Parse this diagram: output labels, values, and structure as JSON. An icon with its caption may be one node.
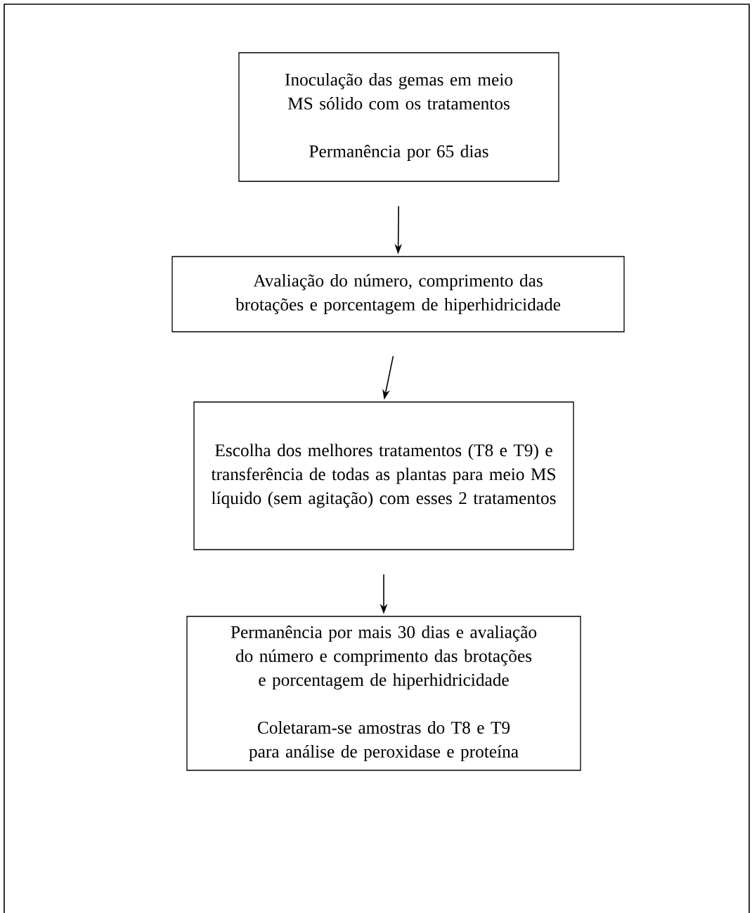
{
  "diagram": {
    "nodes": [
      {
        "text": [
          "Inoculação das gemas em meio MS sólido com os tratamentos",
          "Permanência por 65 dias"
        ]
      },
      {
        "text": [
          "Avaliação do número, comprimento das brotações e porcentagem de hiperhidricidade"
        ]
      },
      {
        "text": [
          "Escolha dos melhores tratamentos (T8 e T9) e transferência de todas as plantas para meio MS líquido (sem agitação) com esses 2 tratamentos"
        ]
      },
      {
        "text": [
          "Permanência por mais 30 dias e avaliação do número e comprimento das brotações e porcentagem de hiperhidricidade",
          "Coletaram-se amostras do T8 e T9 para análise de peroxidase e proteína"
        ]
      }
    ],
    "edges": [
      {
        "from": 0,
        "to": 1,
        "arrow": "to"
      },
      {
        "from": 1,
        "to": 2,
        "arrow": "to"
      },
      {
        "from": 2,
        "to": 3,
        "arrow": "to"
      }
    ]
  }
}
